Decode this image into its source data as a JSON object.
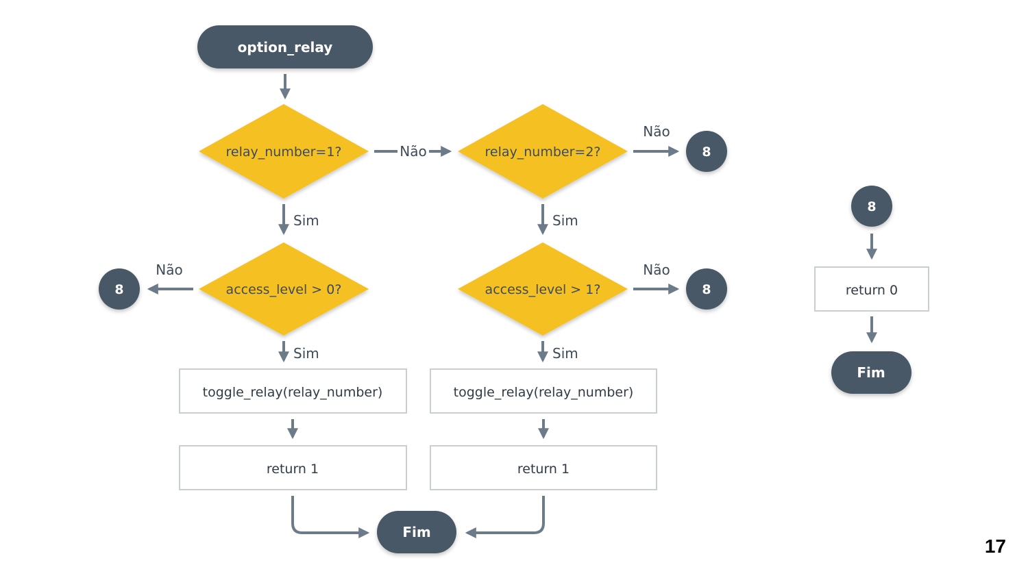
{
  "diagram": {
    "start_label": "option_relay",
    "decision_relay1": "relay_number=1?",
    "decision_relay2": "relay_number=2?",
    "decision_access0": "access_level > 0?",
    "decision_access1": "access_level > 1?",
    "proc_toggle_left": "toggle_relay(relay_number)",
    "proc_toggle_right": "toggle_relay(relay_number)",
    "proc_return1_left": "return 1",
    "proc_return1_right": "return 1",
    "end_main": "Fim",
    "label_no": "Não",
    "label_yes": "Sim",
    "connector": "8",
    "side_proc_return0": "return 0",
    "side_end": "Fim"
  },
  "page_number": "17",
  "colors": {
    "terminal": "#4a5866",
    "decision": "#f5c121",
    "arrow": "#6b7b8a",
    "box_border": "#c9ced3"
  }
}
